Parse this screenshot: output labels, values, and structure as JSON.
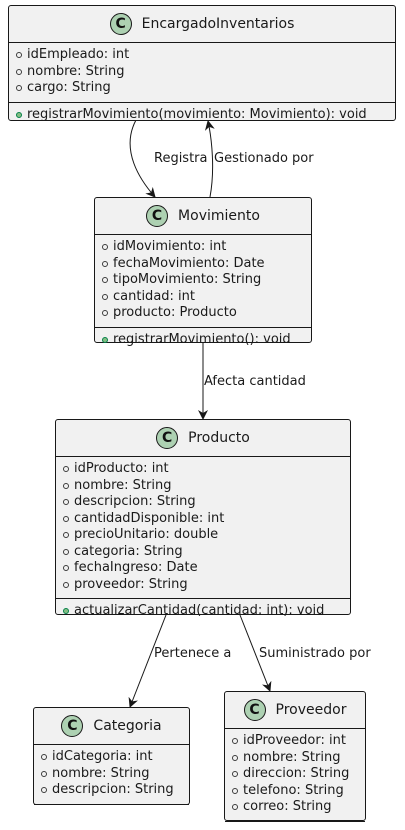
{
  "classes": {
    "encargado": {
      "icon": "C",
      "name": "EncargadoInventarios",
      "attributes": [
        "idEmpleado: int",
        "nombre: String",
        "cargo: String"
      ],
      "methods": [
        "registrarMovimiento(movimiento: Movimiento): void"
      ]
    },
    "movimiento": {
      "icon": "C",
      "name": "Movimiento",
      "attributes": [
        "idMovimiento: int",
        "fechaMovimiento: Date",
        "tipoMovimiento: String",
        "cantidad: int",
        "producto: Producto"
      ],
      "methods": [
        "registrarMovimiento(): void"
      ]
    },
    "producto": {
      "icon": "C",
      "name": "Producto",
      "attributes": [
        "idProducto: int",
        "nombre: String",
        "descripcion: String",
        "cantidadDisponible: int",
        "precioUnitario: double",
        "categoria: String",
        "fechaIngreso: Date",
        "proveedor: String"
      ],
      "methods": [
        "actualizarCantidad(cantidad: int): void"
      ]
    },
    "categoria": {
      "icon": "C",
      "name": "Categoria",
      "attributes": [
        "idCategoria: int",
        "nombre: String",
        "descripcion: String"
      ],
      "methods": []
    },
    "proveedor": {
      "icon": "C",
      "name": "Proveedor",
      "attributes": [
        "idProveedor: int",
        "nombre: String",
        "direccion: String",
        "telefono: String",
        "correo: String"
      ],
      "methods": []
    }
  },
  "relations": {
    "registra": "Registra",
    "gestionado_por": "Gestionado por",
    "afecta_cantidad": "Afecta cantidad",
    "pertenece_a": "Pertenece a",
    "suministrado_por": "Suministrado por"
  },
  "colors": {
    "box_fill": "#f1f1f1",
    "icon_fill": "#add1b2",
    "method_marker": "#84be84",
    "line": "#181818"
  }
}
